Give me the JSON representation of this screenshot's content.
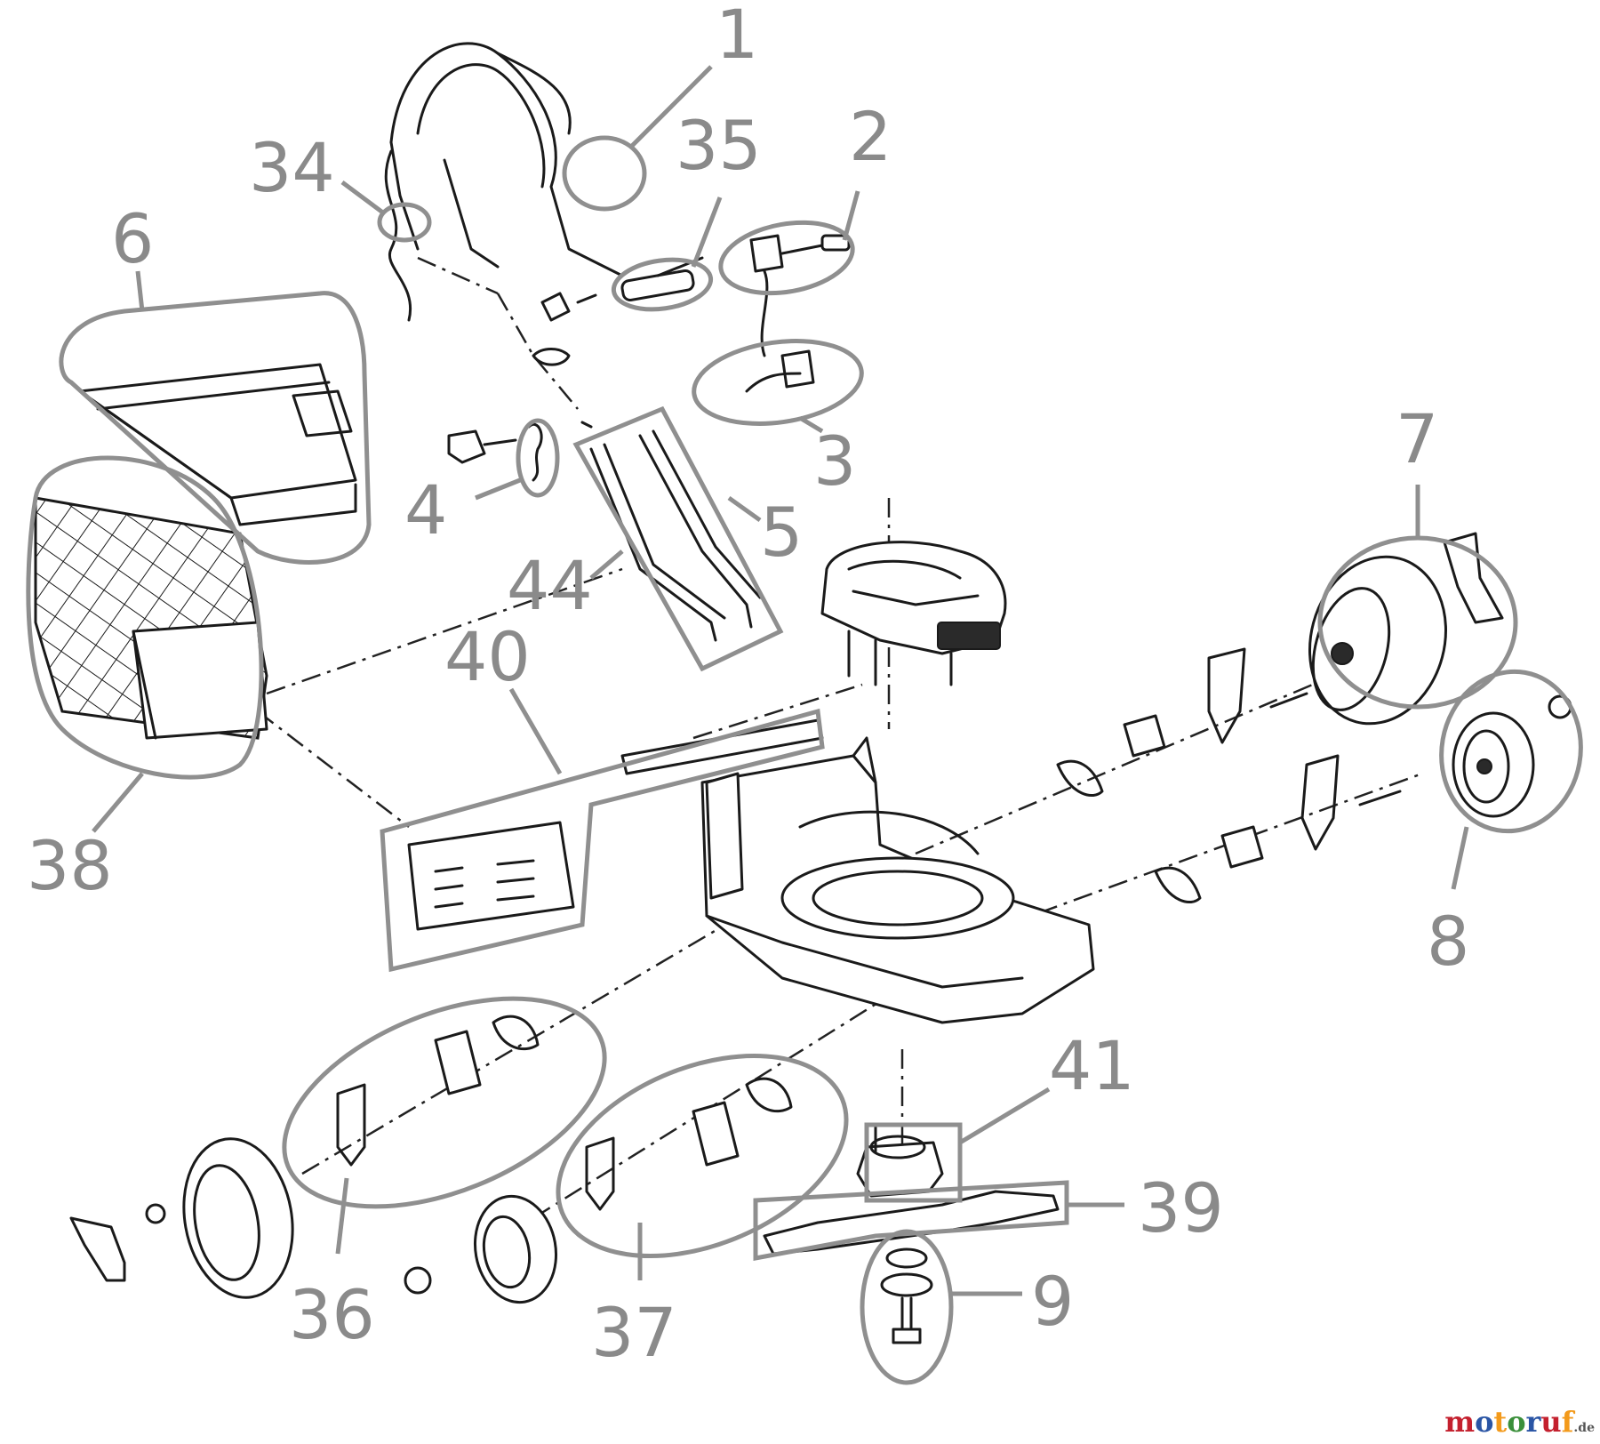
{
  "diagram": {
    "callouts": [
      {
        "id": "c1",
        "label": "1"
      },
      {
        "id": "c2",
        "label": "2"
      },
      {
        "id": "c3",
        "label": "3"
      },
      {
        "id": "c4",
        "label": "4"
      },
      {
        "id": "c5",
        "label": "5"
      },
      {
        "id": "c6",
        "label": "6"
      },
      {
        "id": "c7",
        "label": "7"
      },
      {
        "id": "c8",
        "label": "8"
      },
      {
        "id": "c9",
        "label": "9"
      },
      {
        "id": "c34",
        "label": "34"
      },
      {
        "id": "c35",
        "label": "35"
      },
      {
        "id": "c36",
        "label": "36"
      },
      {
        "id": "c37",
        "label": "37"
      },
      {
        "id": "c38",
        "label": "38"
      },
      {
        "id": "c39",
        "label": "39"
      },
      {
        "id": "c40",
        "label": "40"
      },
      {
        "id": "c41",
        "label": "41"
      },
      {
        "id": "c44",
        "label": "44"
      }
    ]
  },
  "watermark": {
    "letters": [
      "m",
      "o",
      "t",
      "o",
      "r",
      "u",
      "f"
    ],
    "suffix": ".de"
  },
  "colors": {
    "callout_gray": "#8a8a8a",
    "line_black": "#1a1a1a",
    "background": "#ffffff"
  }
}
